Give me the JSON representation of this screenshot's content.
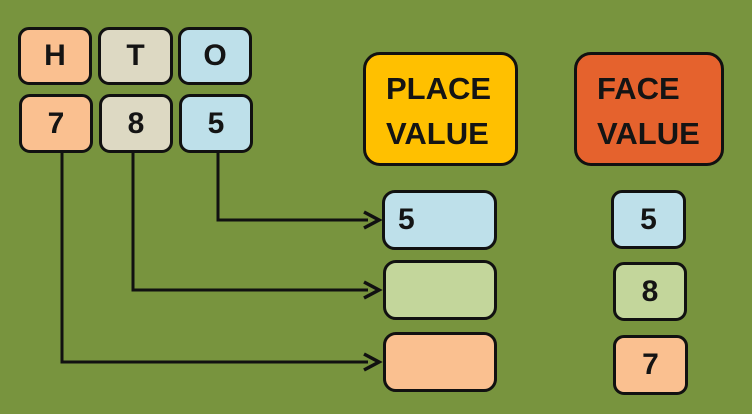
{
  "colors": {
    "background": "#78943E",
    "hundreds_fill": "#FAC090",
    "tens_fill": "#DDD9C3",
    "ones_fill": "#BEE0EA",
    "result_green_fill": "#C3D69B",
    "place_value_header_fill": "#FFC000",
    "face_value_header_fill": "#E5622D",
    "outline": "#111111",
    "arrow": "#111111"
  },
  "digit_table": {
    "columns": [
      {
        "place_letter": "H",
        "digit": "7"
      },
      {
        "place_letter": "T",
        "digit": "8"
      },
      {
        "place_letter": "O",
        "digit": "5"
      }
    ]
  },
  "place_value": {
    "header_lines": [
      "PLACE",
      "VALUE"
    ],
    "results": [
      "5",
      "",
      ""
    ]
  },
  "face_value": {
    "header_lines": [
      "FACE",
      "VALUE"
    ],
    "results": [
      "5",
      "8",
      "7"
    ]
  }
}
